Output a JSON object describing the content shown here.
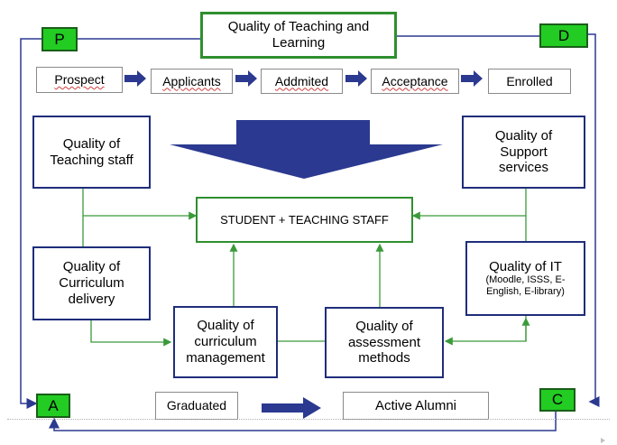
{
  "title": {
    "line1": "Quality of Teaching and",
    "line2": "Learning"
  },
  "pdca": {
    "p": "P",
    "d": "D",
    "a": "A",
    "c": "C"
  },
  "pipeline": {
    "prospect": "Prospect",
    "applicants": "Applicants",
    "admitted": "Addmited",
    "acceptance": "Acceptance",
    "enrolled": "Enrolled"
  },
  "teaching_staff": {
    "line1": "Quality of",
    "line2": "Teaching staff"
  },
  "support_services": {
    "line1": "Quality of",
    "line2": "Support",
    "line3": "services"
  },
  "center": "STUDENT + TEACHING STAFF",
  "curriculum_delivery": {
    "line1": "Quality of",
    "line2": "Curriculum",
    "line3": "delivery"
  },
  "it": {
    "line1": "Quality of IT",
    "line2": "(Moodle, ISSS, E-",
    "line3": "English, E-library)"
  },
  "curriculum_management": {
    "line1": "Quality of",
    "line2": "curriculum",
    "line3": "management"
  },
  "assessment": {
    "line1": "Quality of",
    "line2": "assessment",
    "line3": "methods"
  },
  "graduated": "Graduated",
  "alumni": "Active Alumni",
  "colors": {
    "box_border_blue": "#1f2d7a",
    "box_border_green": "#2f8f2f",
    "pdca_fill": "#22cc22",
    "arrow_fill": "#2b3990",
    "line_green": "#3a9a3a"
  }
}
